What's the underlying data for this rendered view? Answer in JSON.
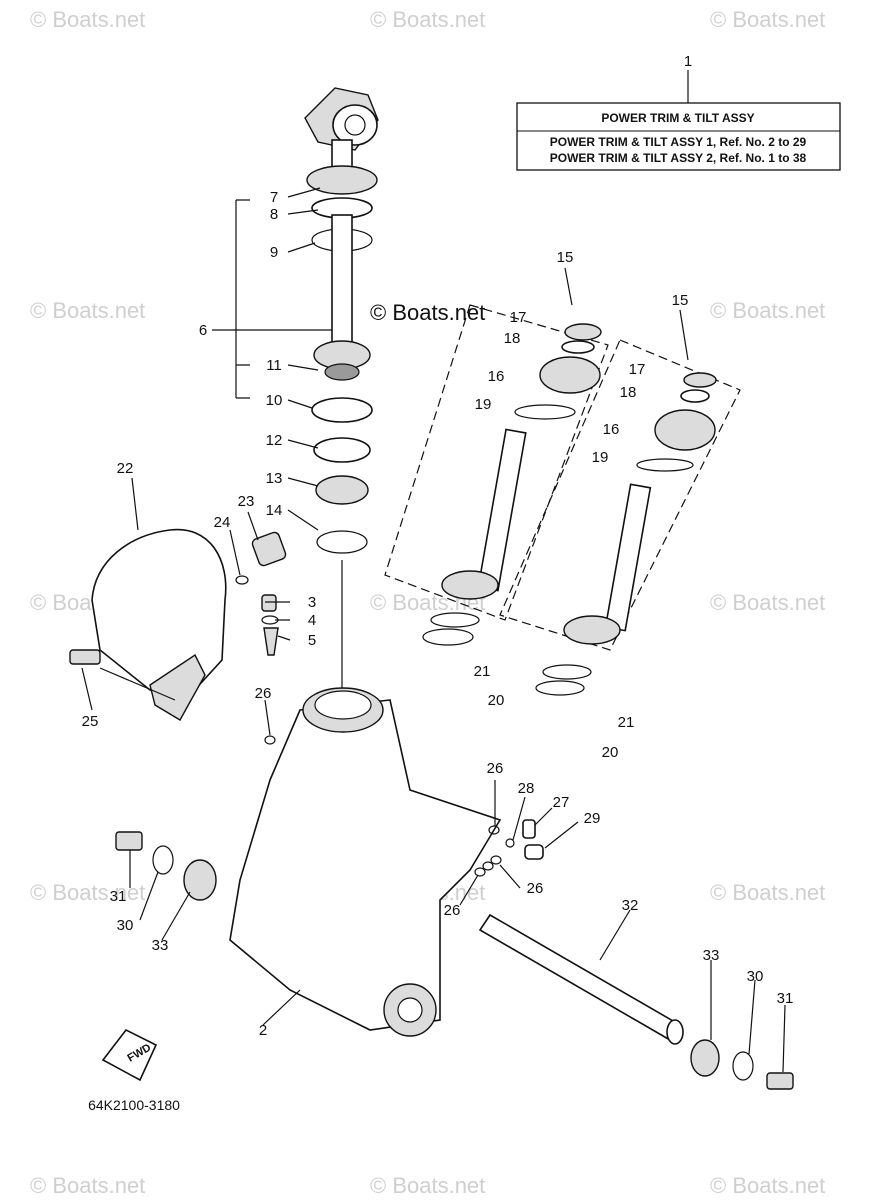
{
  "watermark": "© Boats.net",
  "title_box": {
    "heading": "POWER TRIM & TILT ASSY",
    "line1": "POWER TRIM & TILT ASSY 1,   Ref. No. 2 to 29",
    "line2": "POWER TRIM & TILT ASSY 2,   Ref. No. 1 to 38"
  },
  "diagram_code": "64K2100-3180",
  "fwd_label": "FWD",
  "callouts": {
    "n1": "1",
    "n2": "2",
    "n3": "3",
    "n4": "4",
    "n5": "5",
    "n6": "6",
    "n7": "7",
    "n8": "8",
    "n9": "9",
    "n10": "10",
    "n11": "11",
    "n12": "12",
    "n13": "13",
    "n14": "14",
    "n15a": "15",
    "n15b": "15",
    "n16a": "16",
    "n16b": "16",
    "n17a": "17",
    "n17b": "17",
    "n18a": "18",
    "n18b": "18",
    "n19a": "19",
    "n19b": "19",
    "n20a": "20",
    "n20b": "20",
    "n21a": "21",
    "n21b": "21",
    "n22": "22",
    "n23": "23",
    "n24": "24",
    "n25": "25",
    "n26a": "26",
    "n26b": "26",
    "n26c": "26",
    "n26d": "26",
    "n27": "27",
    "n28": "28",
    "n29": "29",
    "n30a": "30",
    "n30b": "30",
    "n31a": "31",
    "n31b": "31",
    "n32": "32",
    "n33a": "33",
    "n33b": "33"
  }
}
